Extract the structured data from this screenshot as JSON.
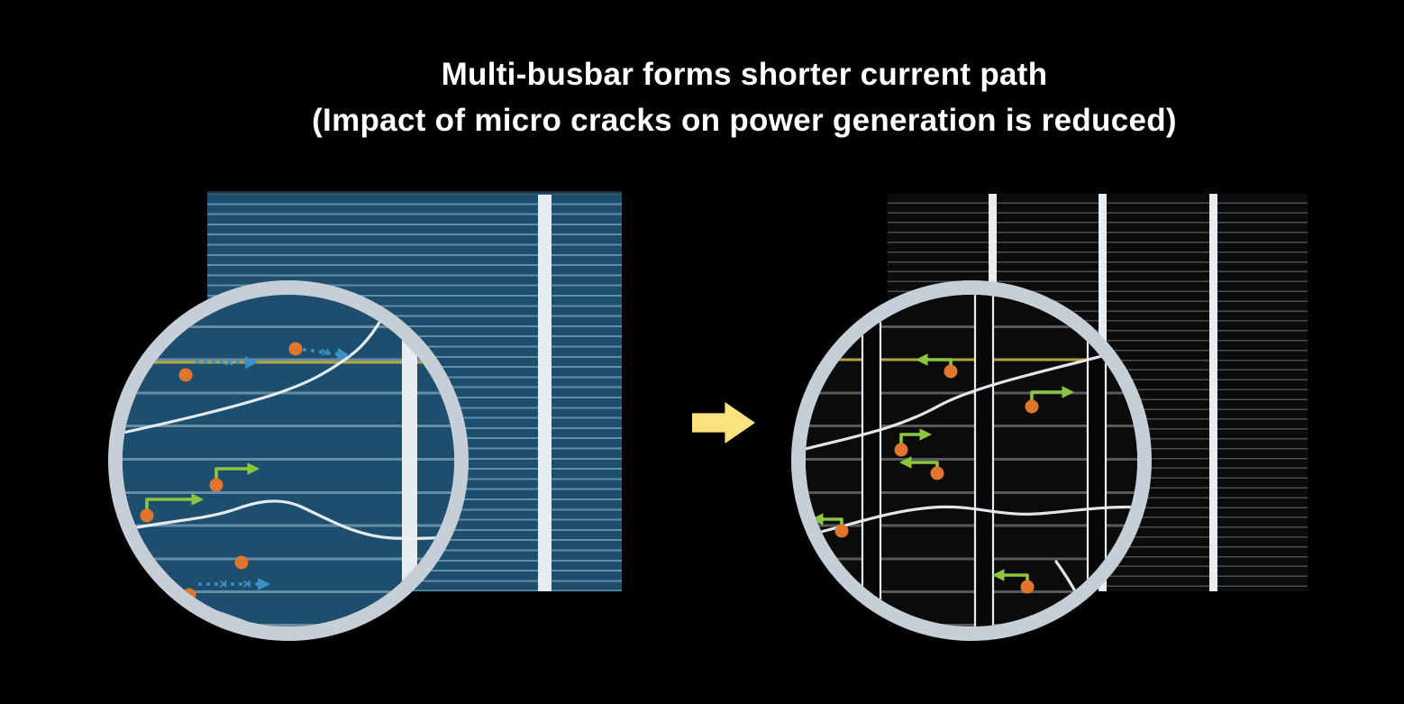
{
  "title": {
    "line1": "Multi-busbar forms shorter current path",
    "line2": "(Impact of micro cracks on power generation is reduced)"
  },
  "marks": {
    "blocked_cross": "×"
  },
  "colors": {
    "page-bg": "#000000",
    "title-text": "#ffffff",
    "cell-blue": "#1e4e6e",
    "cell-blue-line": "#648ea6",
    "cell-dark": "#0b0b0c",
    "cell-dark-line": "#4c4c4c",
    "busbar-light": "#e7ecf0",
    "ring": "#c6cfd8",
    "crack": "#eef2f4",
    "carrier-orange": "#e0752d",
    "blocked-blue": "#3d8fc6",
    "flow-green": "#8cc63f",
    "current-yellow": "#b3a43e",
    "transition-arrow": "#fce27e"
  },
  "cells": {
    "left_visible_busbar_count": 1,
    "right_visible_busbar_count": 3
  },
  "icons": {
    "transition_arrow": "block-arrow-right",
    "left_lens": "magnifier-circle",
    "right_lens": "magnifier-circle",
    "blocked_mark": "x-cross",
    "electron": "orange-dot"
  }
}
